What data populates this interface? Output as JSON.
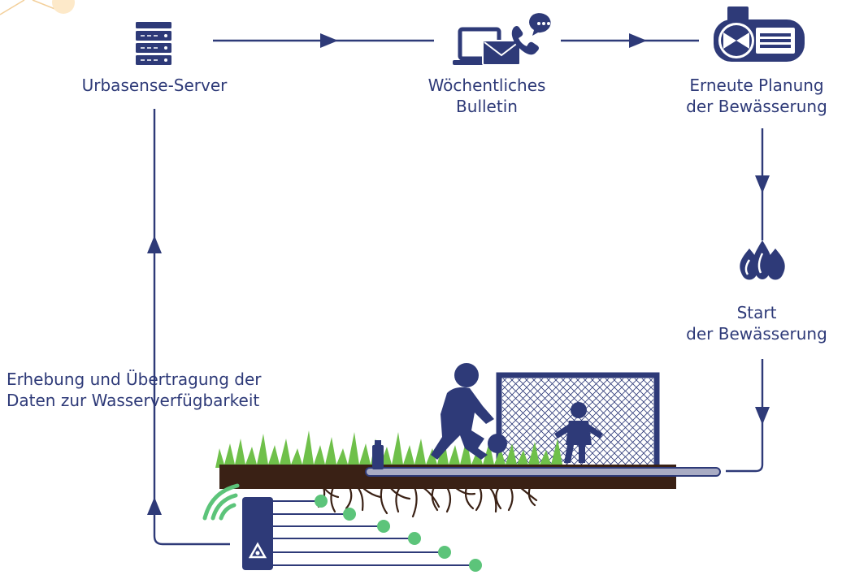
{
  "labels": {
    "server": "Urbasense-Server",
    "bulletin": "Wöchentliches\nBulletin",
    "planning": "Erneute Planung\nder Bewässerung",
    "start": "Start\nder Bewässerung",
    "collection": "Erhebung und Übertragung der\nDaten zur Wasserverfügbarkeit"
  },
  "colors": {
    "navy": "#2e3a78",
    "green": "#5cc47a",
    "soil": "#3a2115",
    "grass": "#6fc04a",
    "pipe": "#a9acc4"
  },
  "icons": [
    "server-rack-icon",
    "laptop-mail-icon",
    "phone-chat-icon",
    "irrigation-controller-icon",
    "water-drops-icon",
    "wireless-signal-icon",
    "soil-sensor-icon"
  ]
}
